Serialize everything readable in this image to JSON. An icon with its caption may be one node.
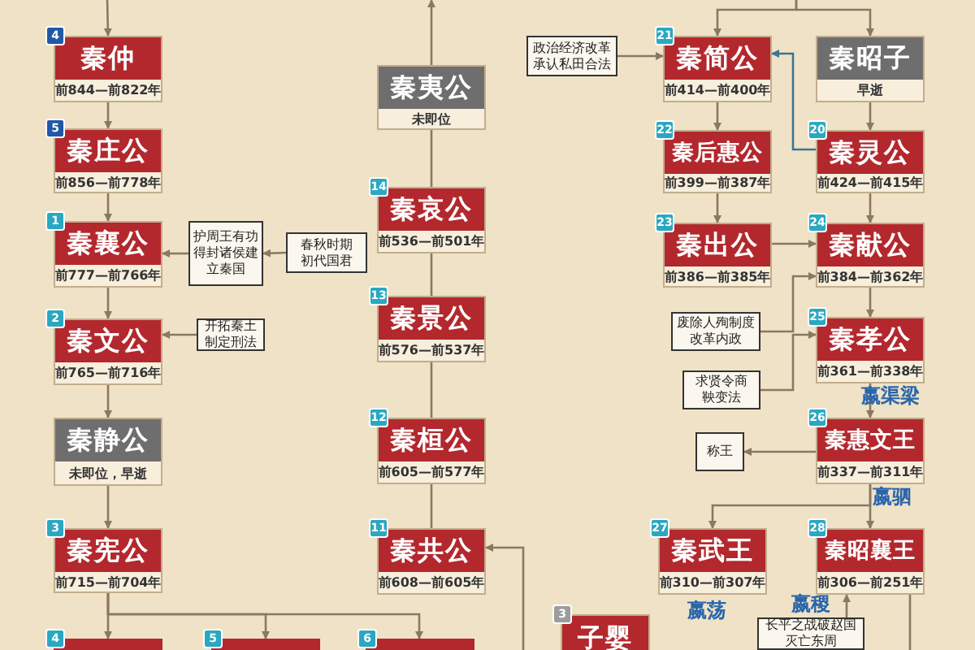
{
  "diagram": {
    "nodes": [
      {
        "text": [
          "秦仲",
          "前844—前822年"
        ],
        "beside": [
          "4"
        ]
      },
      {
        "text": [
          "秦庄公",
          "前856—前778年"
        ],
        "beside": [
          "5"
        ]
      },
      {
        "text": [
          "秦襄公",
          "前777—前766年"
        ],
        "beside": [
          "1"
        ]
      },
      {
        "text": [
          "护周王有功得封诸侯建立秦国"
        ]
      },
      {
        "text": [
          "春秋时期初代国君"
        ]
      },
      {
        "text": [
          "秦文公",
          "前765—前716年"
        ],
        "beside": [
          "2"
        ]
      },
      {
        "text": [
          "开拓秦土制定刑法"
        ]
      },
      {
        "text": [
          "秦静公",
          "未即位，早逝"
        ]
      },
      {
        "text": [
          "秦宪公",
          "前715—前704年"
        ],
        "beside": [
          "3"
        ]
      },
      {
        "text": [],
        "shape": "box",
        "beside": [
          "4"
        ]
      },
      {
        "text": [],
        "shape": "box",
        "beside": [
          "5"
        ]
      },
      {
        "text": [
          "秦夷公",
          "未即位"
        ]
      },
      {
        "text": [
          "秦哀公",
          "前536—前501年"
        ],
        "beside": [
          "14"
        ]
      },
      {
        "text": [
          "秦景公",
          "前576—前537年"
        ],
        "beside": [
          "13"
        ]
      },
      {
        "text": [
          "秦桓公",
          "前605—前577年"
        ],
        "beside": [
          "12"
        ]
      },
      {
        "text": [
          "秦共公",
          "前608—前605年"
        ],
        "beside": [
          "11"
        ]
      },
      {
        "text": [],
        "shape": "box",
        "beside": [
          "6"
        ]
      },
      {
        "text": [
          "子婴"
        ],
        "beside": [
          "3"
        ]
      },
      {
        "text": [
          "政治经济改革承认私田合法"
        ]
      },
      {
        "text": [
          "秦简公",
          "前414—前400年"
        ],
        "beside": [
          "21"
        ]
      },
      {
        "text": [
          "秦昭子",
          "早逝"
        ]
      },
      {
        "text": [
          "秦后惠公",
          "前399—前387年"
        ],
        "beside": [
          "22"
        ]
      },
      {
        "text": [
          "秦灵公",
          "前424—前415年"
        ],
        "beside": [
          "20"
        ]
      },
      {
        "text": [
          "秦出公",
          "前386—前385年"
        ],
        "beside": [
          "23"
        ]
      },
      {
        "text": [
          "秦献公",
          "前384—前362年"
        ],
        "beside": [
          "24"
        ]
      },
      {
        "text": [
          "废除人殉制度改革内政"
        ]
      },
      {
        "text": [
          "秦孝公",
          "前361—前338年"
        ],
        "beside": [
          "25",
          "嬴渠梁"
        ]
      },
      {
        "text": [
          "求贤令商鞅变法"
        ]
      },
      {
        "text": [
          "称王"
        ]
      },
      {
        "text": [
          "秦惠文王",
          "前337—前311年"
        ],
        "beside": [
          "26",
          "嬴驷"
        ]
      },
      {
        "text": [
          "秦武王",
          "前310—前307年"
        ],
        "beside": [
          "27",
          "嬴荡"
        ]
      },
      {
        "text": [
          "秦昭襄王",
          "前306—前251年"
        ],
        "beside": [
          "28",
          "嬴稷"
        ]
      },
      {
        "text": [
          "长平之战破赵国灭亡东周"
        ]
      }
    ],
    "edges": [
      {
        "from": null,
        "to": 0,
        "arrow": "to"
      },
      {
        "from": 0,
        "to": 1,
        "arrow": "to"
      },
      {
        "from": 1,
        "to": 2,
        "arrow": "to"
      },
      {
        "from": 2,
        "to": 5,
        "arrow": "to"
      },
      {
        "from": 5,
        "to": 7,
        "arrow": "to"
      },
      {
        "from": 7,
        "to": 8,
        "arrow": "to"
      },
      {
        "from": 8,
        "to": 9,
        "arrow": "to"
      },
      {
        "from": 8,
        "to": 10,
        "arrow": "to"
      },
      {
        "from": 8,
        "to": 16,
        "arrow": "to"
      },
      {
        "from": 3,
        "to": 2,
        "arrow": "to"
      },
      {
        "from": 4,
        "to": 3,
        "arrow": "to"
      },
      {
        "from": 6,
        "to": 5,
        "arrow": "to"
      },
      {
        "from": 11,
        "to": null,
        "arrow": "to"
      },
      {
        "from": 12,
        "to": 11,
        "arrow": "to"
      },
      {
        "from": 13,
        "to": 12,
        "arrow": "to"
      },
      {
        "from": 14,
        "to": 13,
        "arrow": "to"
      },
      {
        "from": 15,
        "to": 14,
        "arrow": "to"
      },
      {
        "from": null,
        "to": 15,
        "arrow": "to"
      },
      {
        "from": 18,
        "to": 19,
        "arrow": "to"
      },
      {
        "from": null,
        "to": 19,
        "arrow": "to"
      },
      {
        "from": null,
        "to": 20,
        "arrow": "to"
      },
      {
        "from": 20,
        "to": 22,
        "arrow": "to"
      },
      {
        "from": 22,
        "to": 19,
        "arrow": "to",
        "color": "#3f7391"
      },
      {
        "from": 19,
        "to": 21,
        "arrow": "to"
      },
      {
        "from": 21,
        "to": 23,
        "arrow": "to"
      },
      {
        "from": 23,
        "to": 24,
        "arrow": "to"
      },
      {
        "from": 22,
        "to": 24,
        "arrow": "to"
      },
      {
        "from": 25,
        "to": 24,
        "arrow": "to"
      },
      {
        "from": 24,
        "to": 26,
        "arrow": "to"
      },
      {
        "from": 27,
        "to": 26,
        "arrow": "to"
      },
      {
        "from": 29,
        "to": 28,
        "arrow": "to"
      },
      {
        "from": 26,
        "to": 29,
        "arrow": "to"
      },
      {
        "from": 29,
        "to": 30,
        "arrow": "to"
      },
      {
        "from": 29,
        "to": 31,
        "arrow": "to"
      },
      {
        "from": 32,
        "to": 31,
        "arrow": "to"
      },
      {
        "from": 31,
        "to": null,
        "arrow": "none"
      }
    ]
  }
}
